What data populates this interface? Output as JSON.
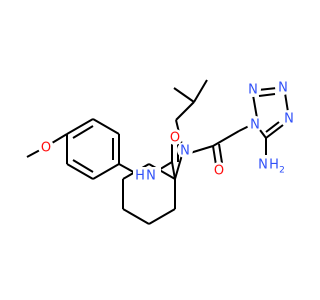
{
  "colors": {
    "bond": "#000000",
    "oxygen": "#ff0d0d",
    "nitrogen": "#3050f8",
    "background": "#ffffff"
  },
  "labels": {
    "methoxy_o": "O",
    "amide_nh": "N",
    "amide_nh_h": "H",
    "amide_o": "O",
    "tertiary_n": "N",
    "acetyl_o": "O",
    "tetrazole_n1": "N",
    "tetrazole_n2": "N",
    "tetrazole_n3": "N",
    "tetrazole_n4": "N",
    "amine_n": "N",
    "amine_h2": "H",
    "amine_h_sub": "2"
  }
}
